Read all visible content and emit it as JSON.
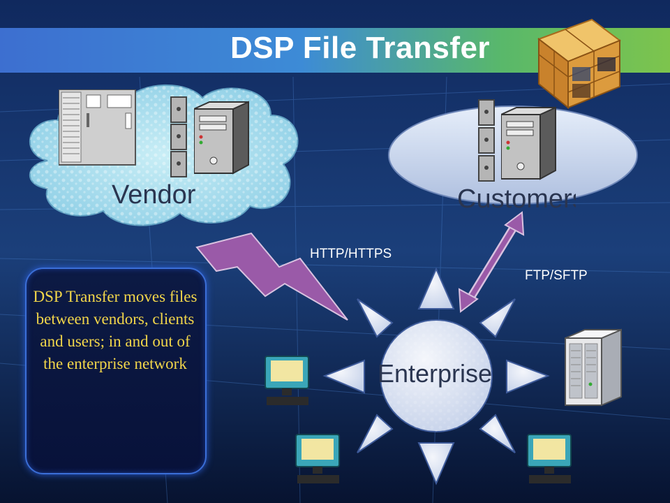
{
  "title": "DSP File Transfer",
  "nodes": {
    "vendors": "Vendors",
    "customers": "Customers",
    "enterprise": "Enterprise"
  },
  "labels": {
    "http": "HTTP/HTTPS",
    "ftp": "FTP/SFTP"
  },
  "description": "DSP Transfer moves files between vendors, clients and users; in and out of the enterprise network",
  "colors": {
    "title_bar_start": "#3d6fd0",
    "title_bar_end": "#7dc44d",
    "arrow": "#9a5aa8",
    "text_accent": "#f2d64a",
    "cloud": "#a8dcec",
    "oval": "#cdd9ee"
  },
  "icons": [
    "server-tower-icon",
    "server-rack-icon",
    "monitor-icon",
    "cube-logo-icon",
    "lightning-arrow-icon",
    "double-arrow-icon"
  ]
}
